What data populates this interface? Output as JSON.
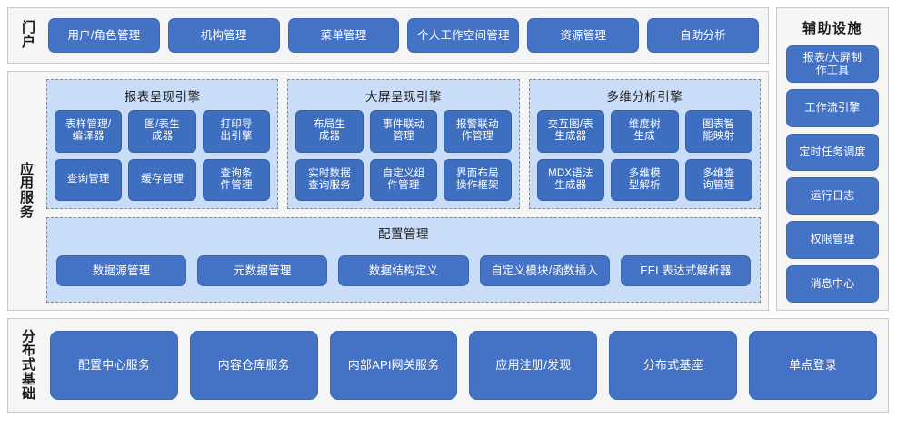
{
  "portal": {
    "label": "门户",
    "items": [
      "用户/角色管理",
      "机构管理",
      "菜单管理",
      "个人工作空间管理",
      "资源管理",
      "自助分析"
    ]
  },
  "application_service": {
    "label": "应用服务",
    "engines": [
      {
        "title": "报表呈现引擎",
        "items": [
          "表样管理/\n编译器",
          "图/表生\n成器",
          "打印导\n出引擎",
          "查询管理",
          "缓存管理",
          "查询条\n件管理"
        ]
      },
      {
        "title": "大屏呈现引擎",
        "items": [
          "布局生\n成器",
          "事件联动\n管理",
          "报警联动\n作管理",
          "实时数据\n查询服务",
          "自定义组\n件管理",
          "界面布局\n操作框架"
        ]
      },
      {
        "title": "多维分析引擎",
        "items": [
          "交互图/表\n生成器",
          "维度树\n生成",
          "图表智\n能映射",
          "MDX语法\n生成器",
          "多维模\n型解析",
          "多维查\n询管理"
        ]
      }
    ],
    "config": {
      "title": "配置管理",
      "items": [
        "数据源管理",
        "元数据管理",
        "数据结构定义",
        "自定义模块/函数插入",
        "EEL表达式解析器"
      ]
    }
  },
  "distributed_base": {
    "label": "分布式基础",
    "items": [
      "配置中心服务",
      "内容仓库服务",
      "内部API网关服务",
      "应用注册/发现",
      "分布式基座",
      "单点登录"
    ]
  },
  "auxiliary": {
    "title": "辅助设施",
    "items": [
      "报表/大屏制\n作工具",
      "工作流引擎",
      "定时任务调度",
      "运行日志",
      "权限管理",
      "消息中心"
    ]
  },
  "colors": {
    "button_blue": "#4472C4",
    "engine_button_blue": "#3E6EC0",
    "panel_light_blue": "#C9DCF8",
    "band_gray": "#F5F5F5",
    "border_gray": "#C9C9C9",
    "text_white": "#FFFFFF",
    "text_dark": "#1A1A1A"
  }
}
